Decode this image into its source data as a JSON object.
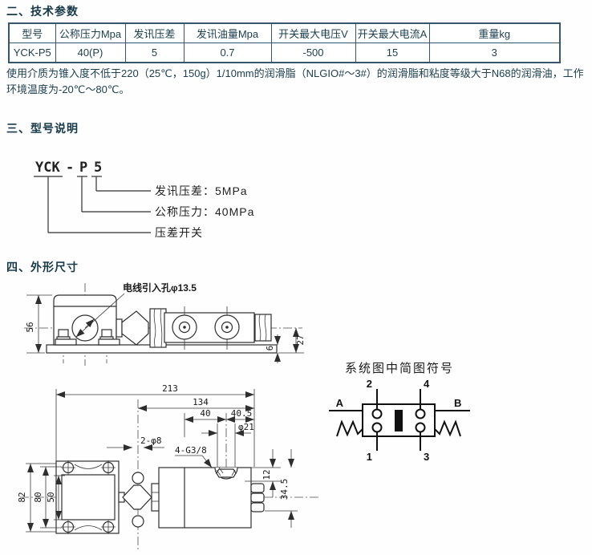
{
  "sections": {
    "tech_params": "二、技术参数",
    "model": "三、型号说明",
    "dimensions": "四、外形尺寸"
  },
  "table": {
    "headers": [
      "型号",
      "公称压力Mpa",
      "发讯压差",
      "发讯油量Mpa",
      "开关最大电压V",
      "开关最大电流A",
      "重量kg"
    ],
    "row": [
      "YCK-P5",
      "40(P)",
      "5",
      "0.7",
      "-500",
      "15",
      "3"
    ]
  },
  "note": "使用介质为锥入度不低于220（25℃，150g）1/10mm的润滑脂（NLGIO#～3#）的润滑脂和粘度等级大于N68的润滑油，工作环境温度为-20℃～80℃。",
  "model_diagram": {
    "code_prefix": "YCK",
    "code_dash": "-",
    "code_mid": "P",
    "code_suffix": "5",
    "label_signal_diff": "发讯压差：5MPa",
    "label_nominal": "公称压力：40MPa",
    "label_switch": "压差开关"
  },
  "side_view": {
    "cable_label": "电线引入孔φ13.5",
    "dim_56": "56",
    "dim_27": "27",
    "dim_6": "6"
  },
  "plan_view": {
    "dim_213": "213",
    "dim_134": "134",
    "dim_40": "40",
    "dim_40_5": "40.5",
    "dim_phi21": "φ21",
    "dim_2_phi8": "2-φ8",
    "dim_4_g38": "4-G3/8",
    "dim_12": "12",
    "dim_34_5": "34.5",
    "dim_82": "82",
    "dim_80": "80",
    "dim_50": "50"
  },
  "symbol": {
    "title": "系统图中简图符号",
    "port_a": "A",
    "port_b": "B",
    "t1": "1",
    "t2": "2",
    "t3": "3",
    "t4": "4"
  }
}
